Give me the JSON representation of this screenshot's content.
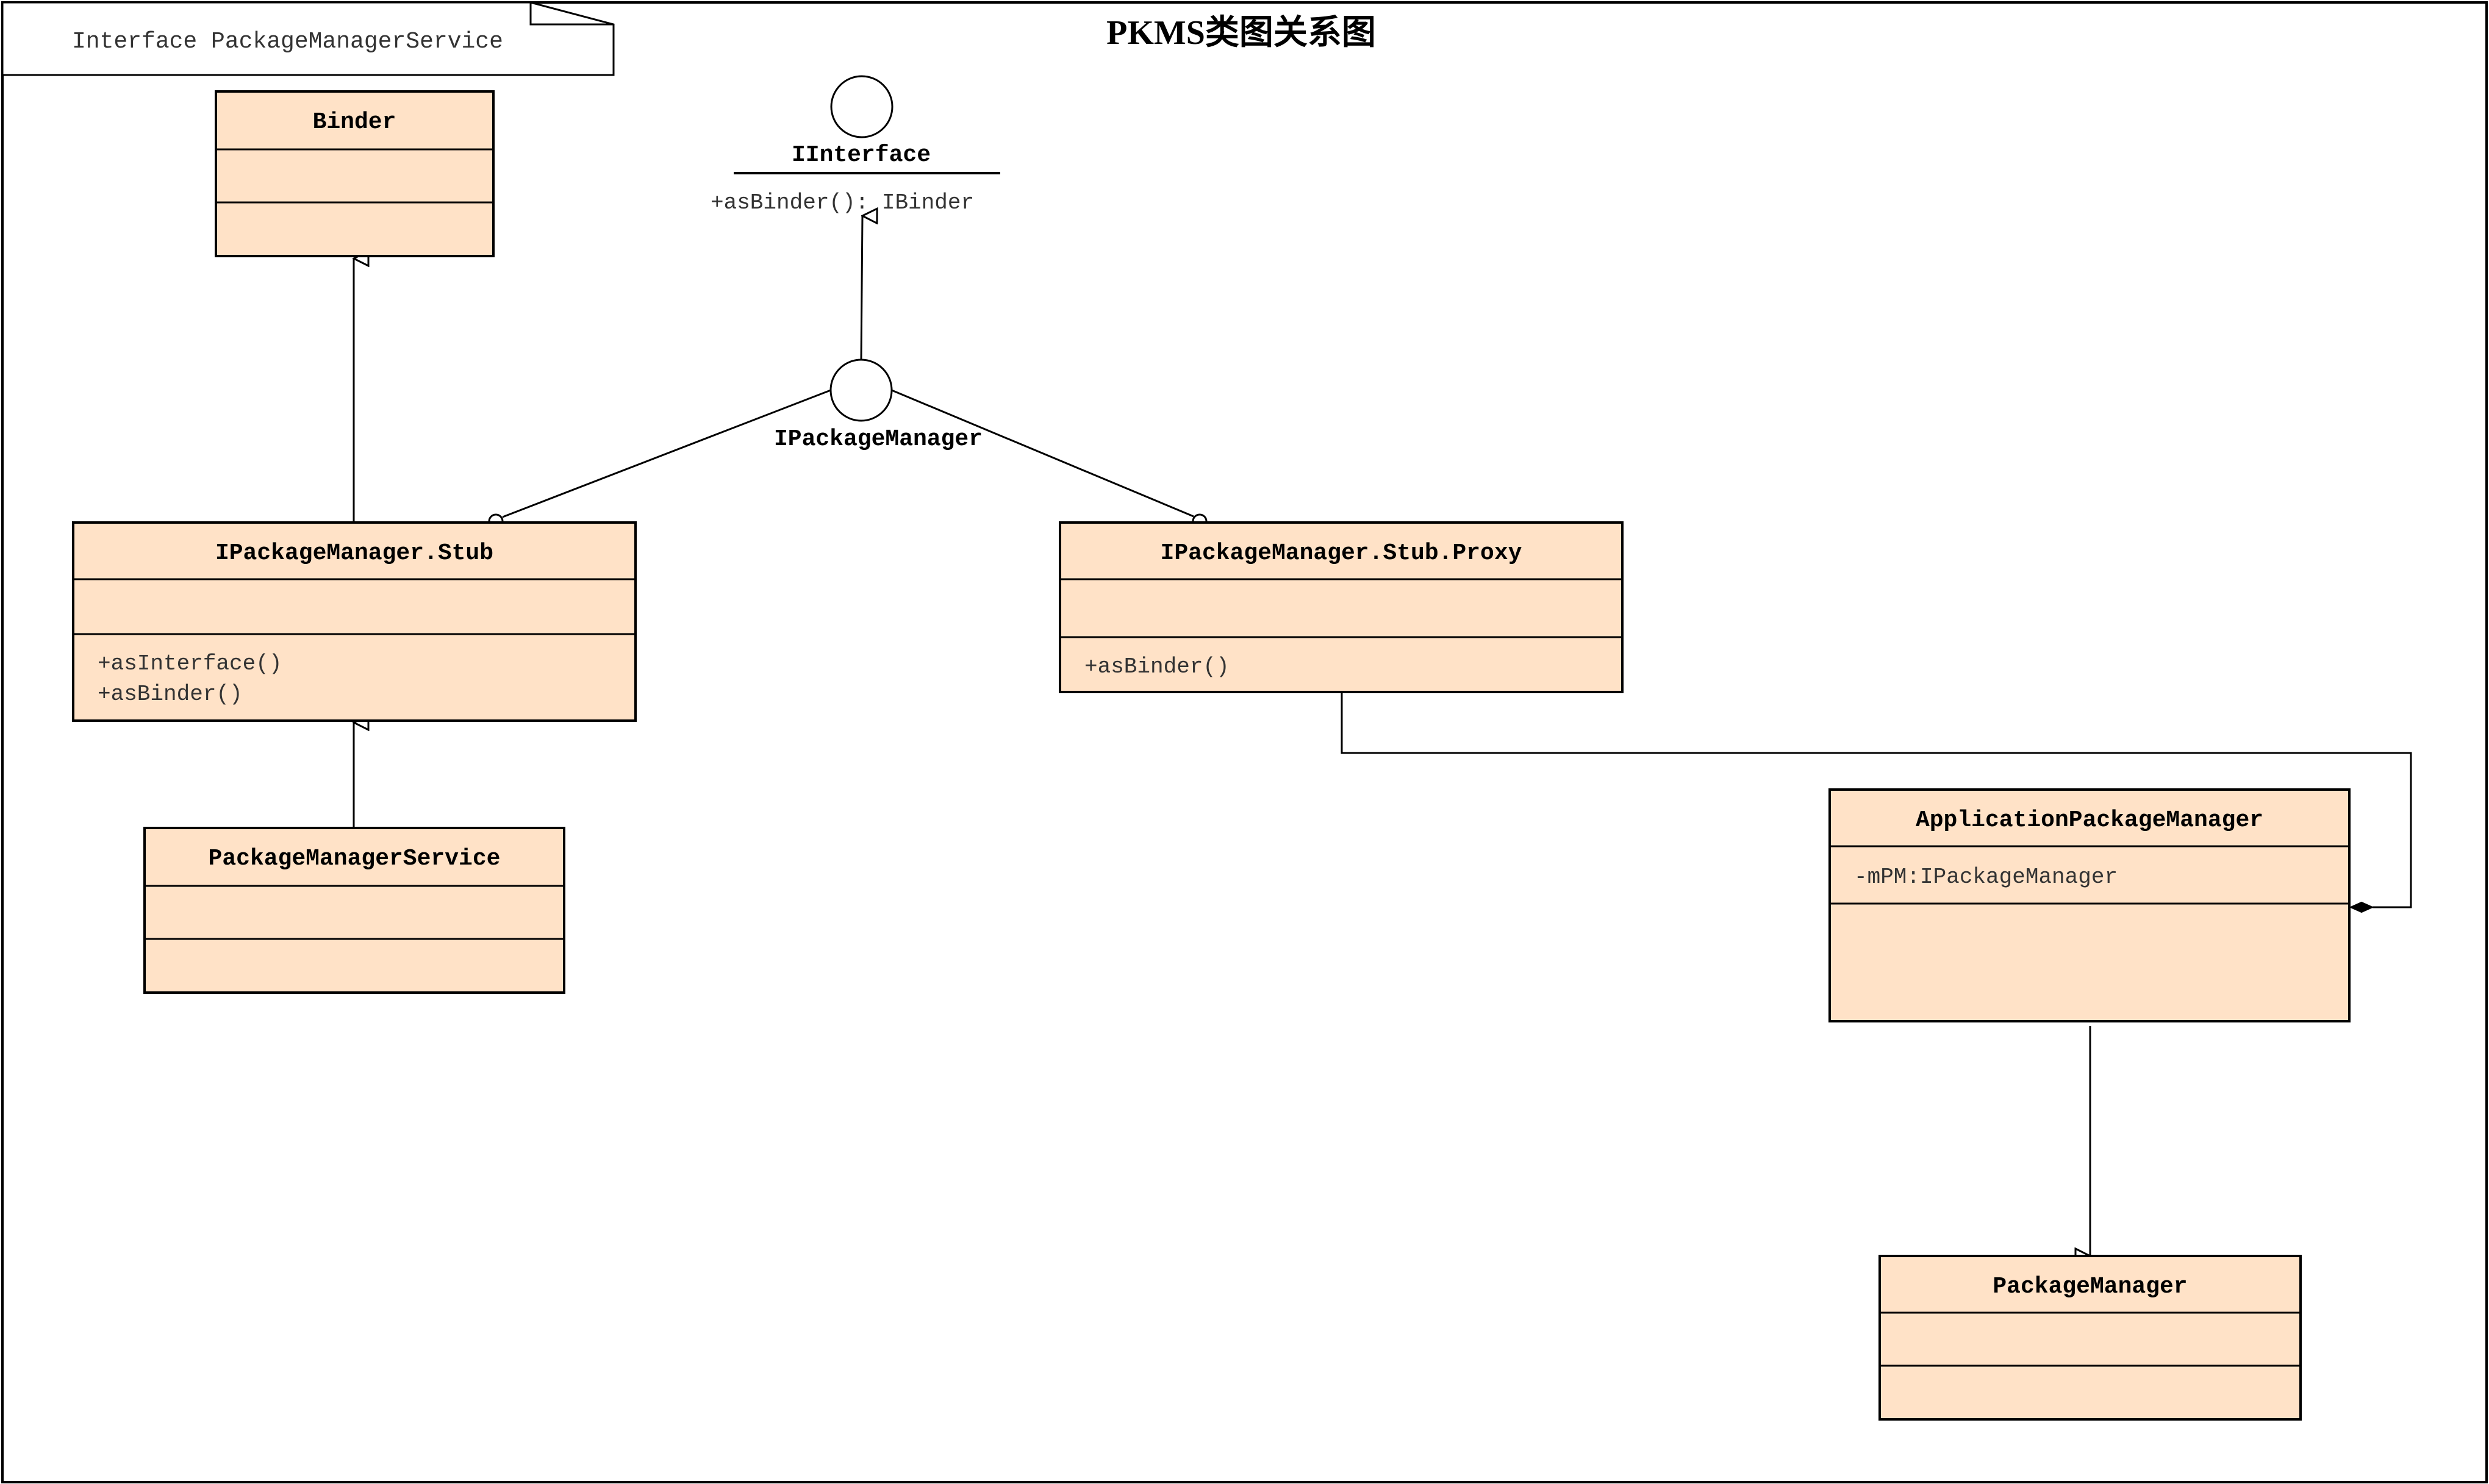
{
  "diagram": {
    "title": "PKMS类图关系图",
    "note": "Interface PackageManagerService",
    "interfaces": {
      "iinterface": {
        "name": "IInterface",
        "method": "+asBinder(): IBinder"
      },
      "ipackagemanager": {
        "name": "IPackageManager"
      }
    },
    "classes": {
      "binder": {
        "name": "Binder"
      },
      "stub": {
        "name": "IPackageManager.Stub",
        "methods": [
          "+asInterface()",
          "+asBinder()"
        ]
      },
      "proxy": {
        "name": "IPackageManager.Stub.Proxy",
        "methods": [
          "+asBinder()"
        ]
      },
      "pms": {
        "name": "PackageManagerService"
      },
      "apm": {
        "name": "ApplicationPackageManager",
        "attributes": [
          "-mPM:IPackageManager"
        ]
      },
      "pm": {
        "name": "PackageManager"
      }
    }
  }
}
